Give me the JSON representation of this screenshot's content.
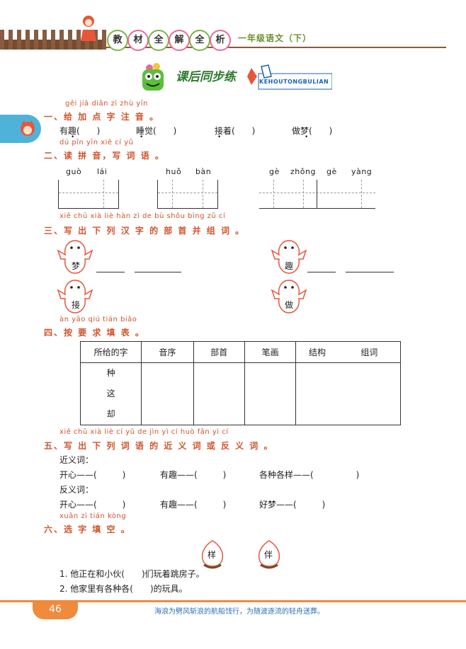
{
  "header": {
    "title_chars": [
      "教",
      "材",
      "全",
      "解",
      "全",
      "析"
    ],
    "subtitle": "一年级语文（下）"
  },
  "banner": {
    "title": "课后同步练",
    "pinyin": "KEHOUTONGBULIAN"
  },
  "sections": {
    "s1": {
      "pinyin": "gěi  jiā  diǎn  zì  zhù  yīn",
      "title": "一、给 加 点 字 注 音 。",
      "items": [
        "有趣(　　)",
        "睡觉(　　)",
        "接着(　　)",
        "做梦(　　)"
      ]
    },
    "s2": {
      "pinyin": "dú  pīn  yīn     xiě  cí  yǔ",
      "title": "二、读 拼 音，写 词 语 。",
      "groups": [
        {
          "pinyin": [
            "guò",
            "lái"
          ]
        },
        {
          "pinyin": [
            "huǒ",
            "bàn"
          ]
        },
        {
          "pinyin": [
            "gè",
            "zhǒng",
            "gè",
            "yàng"
          ]
        }
      ]
    },
    "s3": {
      "pinyin": "xiě  chū  xià  liè  hàn  zì  de  bù  shǒu  bìng  zǔ  cí",
      "title": "三、写 出 下 列 汉 字 的 部 首  并 组 词 。",
      "chars": [
        "梦",
        "接",
        "趣",
        "做"
      ]
    },
    "s4": {
      "pinyin": "àn  yāo  qiú  tián  biǎo",
      "title": "四、按 要 求 填  表 。",
      "headers": [
        "所给的字",
        "音序",
        "部首",
        "笔画",
        "结构",
        "组词"
      ],
      "rows": [
        "种",
        "这",
        "却"
      ]
    },
    "s5": {
      "pinyin": "xiě  chū  xià  liè  cí  yǔ  de  jìn  yì  cí  huò  fǎn  yì  cí",
      "title": "五、写 出 下 列 词 语 的 近 义 词 或 反 义 词 。",
      "syn_label": "近义词：",
      "syn_items": [
        "开心——(　　　)",
        "有趣——(　　　)",
        "各种各样——(　　　　　)"
      ],
      "ant_label": "反义词：",
      "ant_items": [
        "开心——(　　　)",
        "有趣——(　　　)",
        "好梦——(　　　)"
      ]
    },
    "s6": {
      "pinyin": "xuǎn  zì  tián  kòng",
      "title": "六、选  字 填  空 。",
      "options": [
        "样",
        "伴"
      ],
      "q1": "1. 他正在和小伙(　　)们玩着跳房子。",
      "q2": "2. 他家里有各种各(　　)的玩具。"
    }
  },
  "footer": {
    "page_number": "46",
    "motto": "海浪为劈风斩浪的航船饯行，为随波逐流的轻舟送葬。"
  },
  "colors": {
    "accent": "#d2542b",
    "header_green": "#6a8f2a",
    "footer_orange": "#f08a3c",
    "footer_blue": "#2b6fb6",
    "tab_blue": "#4fb3d9"
  }
}
